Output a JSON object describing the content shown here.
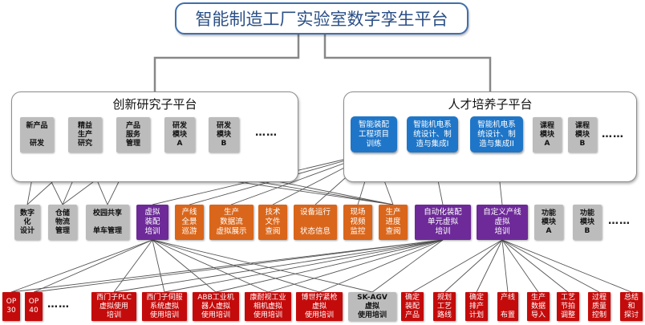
{
  "title": "智能制造工厂实验室数字孪生平台",
  "innovation": {
    "label": "创新研究子平台",
    "items": [
      "新产品\n\n研发",
      "精益\n生产\n研究",
      "产品\n服务\n管理",
      "研发\n模块\nA",
      "研发\n模块\nB"
    ],
    "more": "……"
  },
  "talent": {
    "label": "人才培养子平台",
    "items": [
      "智能装配\n工程项目\n训练",
      "智能机电系\n统设计、制\n造与集成I",
      "智能机电系\n统设计、制\n造与集成II",
      "课程\n模块\nA",
      "课程\n模块\nB"
    ],
    "more": "……"
  },
  "middle": {
    "items": [
      "数字\n化\n设计",
      "仓储\n物流\n管理",
      "校园共享\n\n单车管理",
      "虚拟\n装配\n培训",
      "产线\n全景\n巡游",
      "生产\n数据流\n虚拟展示",
      "技术\n文件\n查阅",
      "设备运行\n\n状态信息",
      "现场\n视频\n监控",
      "生产\n进度\n查阅",
      "自动化装配\n单元虚拟\n培训",
      "自定义产线\n虚拟\n培训",
      "功能\n模块\nA",
      "功能\n模块\nB"
    ],
    "more": "……"
  },
  "bottom": {
    "items": [
      "OP\n30",
      "OP\n40",
      "西门子PLC\n虚拟使用\n培训",
      "西门子伺服\n系统虚拟\n使用培训",
      "ABB工业机\n器人虚拟\n使用培训",
      "康耐视工业\n相机虚拟\n使用培训",
      "博世拧紧枪\n虚拟\n使用培训",
      "SK-AGV\n虚拟\n使用培训",
      "确定\n装配\n产品",
      "规划\n工艺\n路线",
      "确定\n排产\n计划",
      "产线\n\n布置",
      "生产\n数据\n导入",
      "工艺\n节拍\n调整",
      "过程\n质量\n控制",
      "总结\n和\n探讨"
    ],
    "more": "……"
  }
}
